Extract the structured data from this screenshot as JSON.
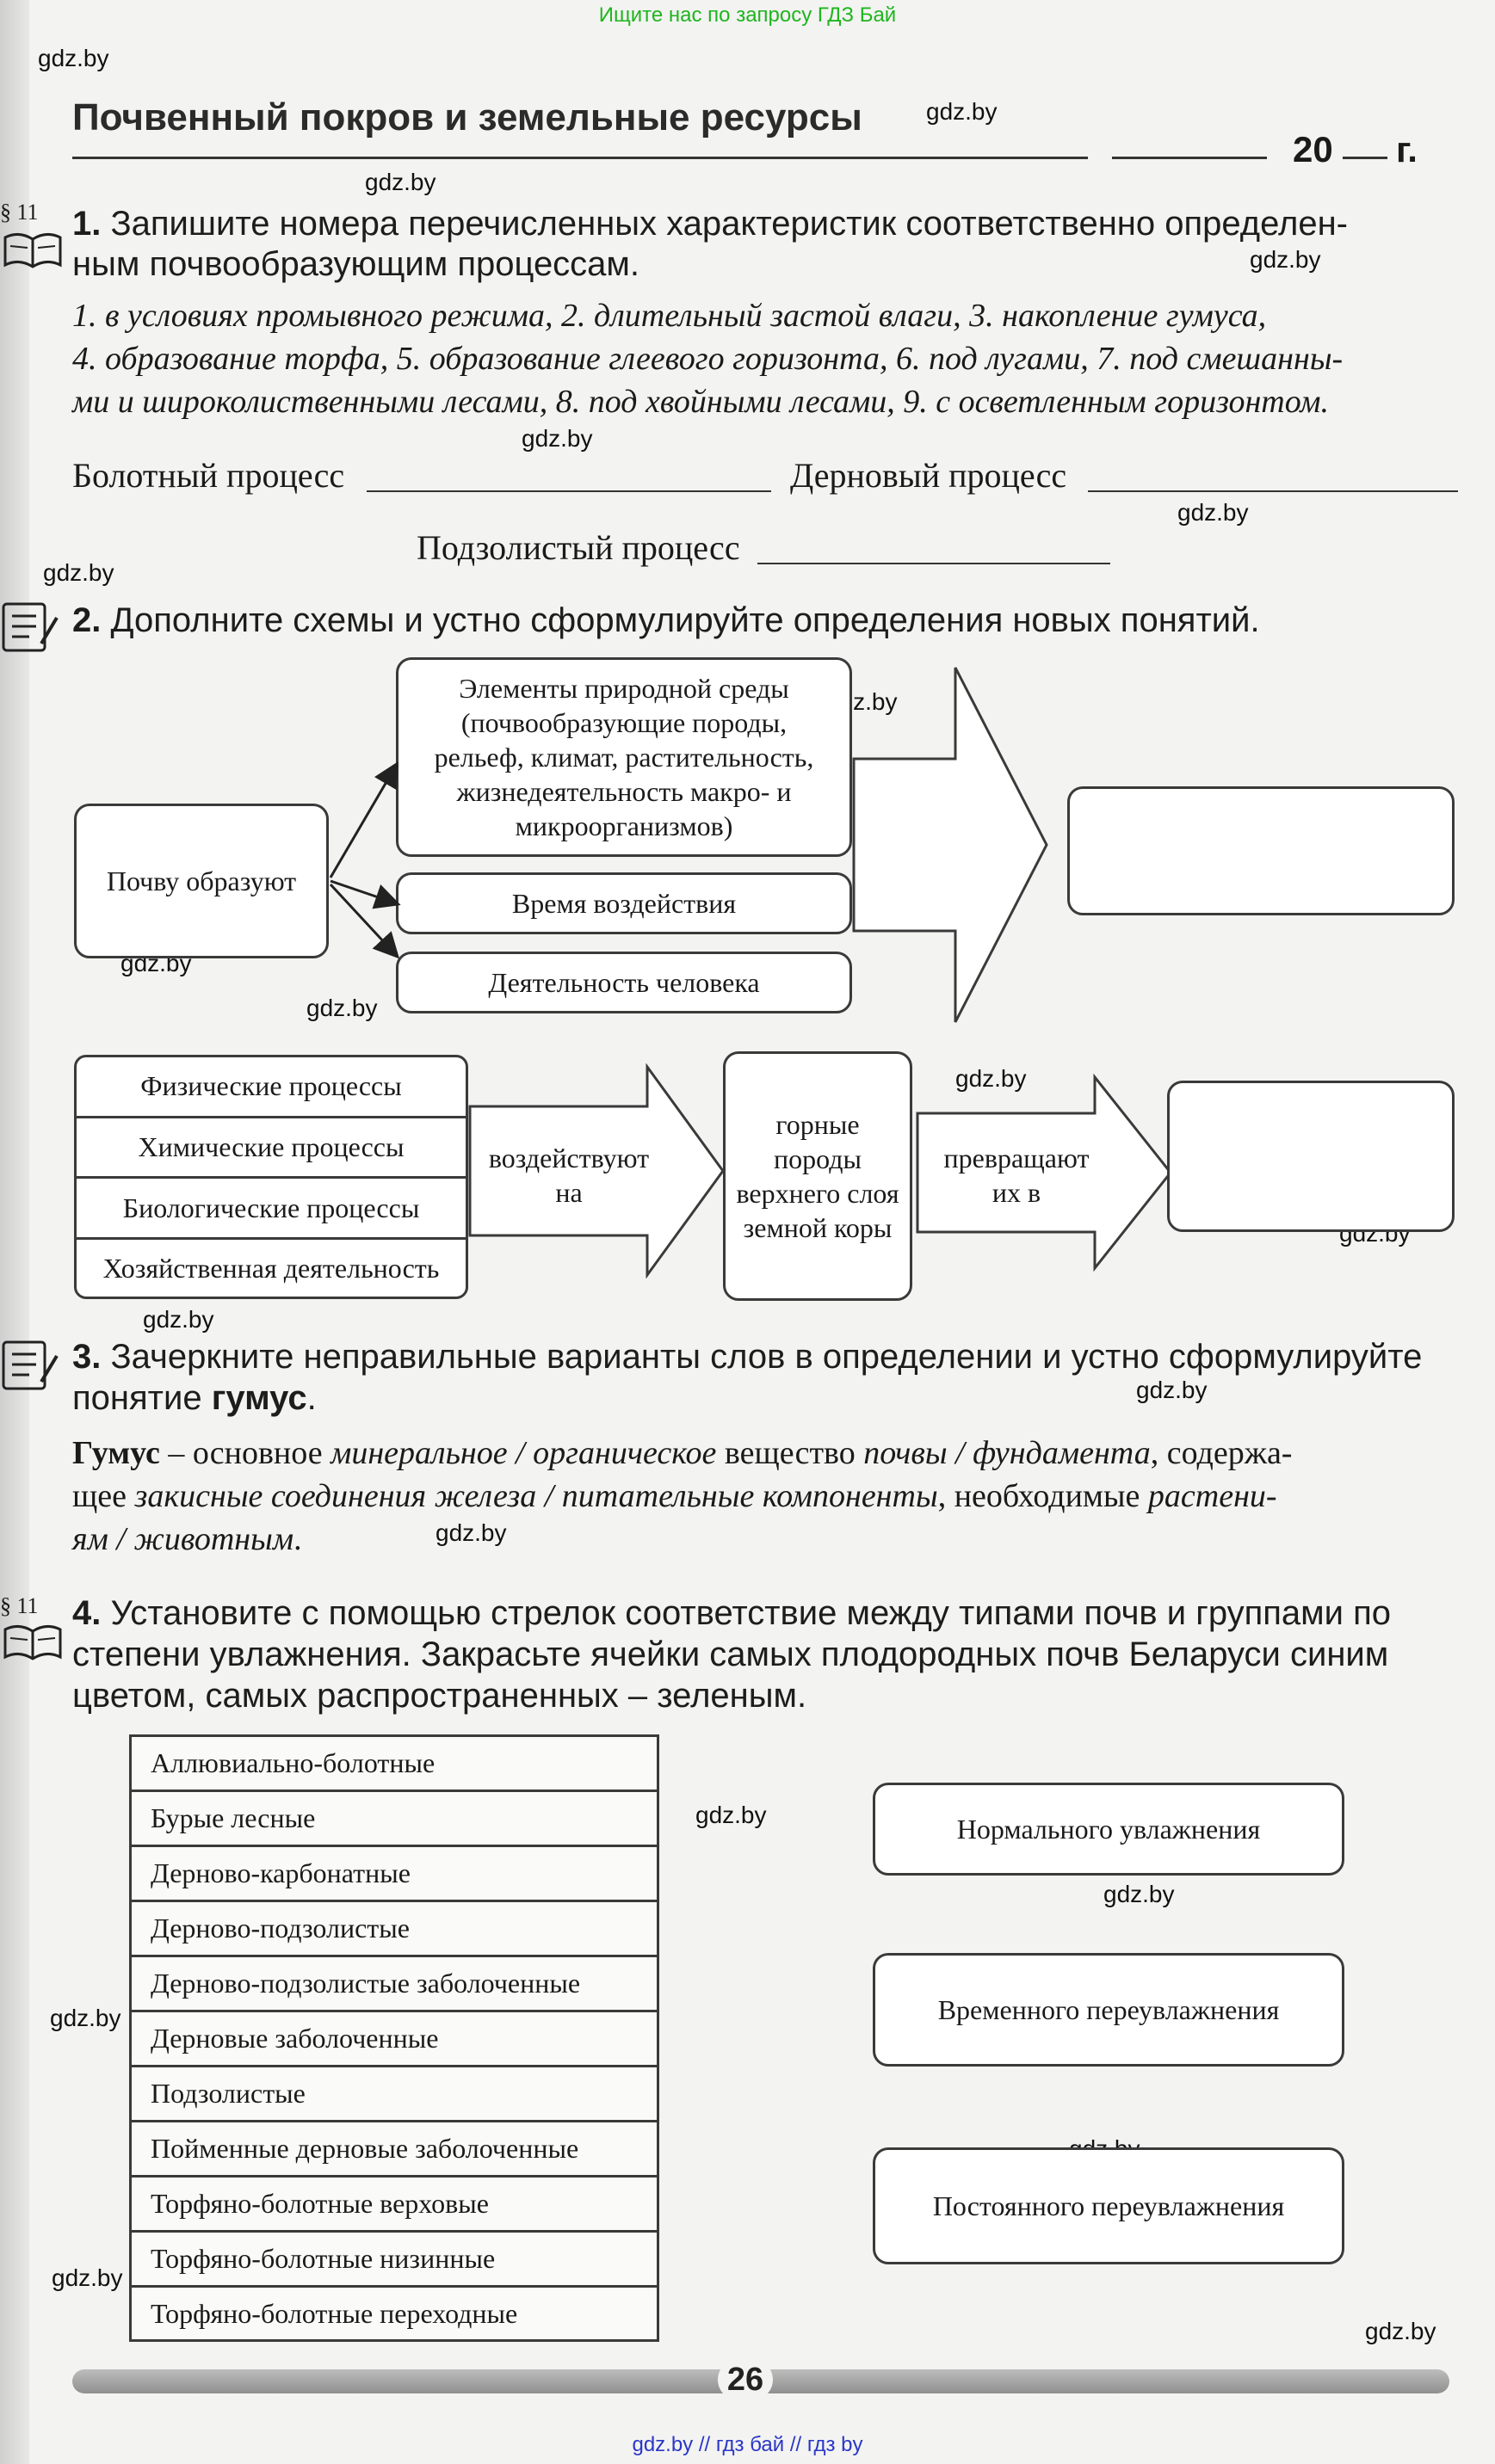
{
  "banner_top": "Ищите нас по запросу ГДЗ Бай",
  "banner_bottom": "gdz.by  //  гдз бай  //  гдз by",
  "watermark": "gdz.by",
  "title": "Почвенный покров и земельные ресурсы",
  "year_label": "20",
  "year_suffix": "г.",
  "section_ref": "§ 11",
  "task1": {
    "number": "1.",
    "text_line1": "Запишите номера перечисленных характеристик соответственно определен-",
    "text_line2": "ным почвообразующим процессам.",
    "items_line1": "1. в условиях промывного режима, 2. длительный застой влаги, 3. накопление гумуса,",
    "items_line2": "4. образование торфа, 5. образование глеевого горизонта, 6. под лугами, 7. под смешанны-",
    "items_line3": "ми и широколиственными лесами, 8. под хвойными лесами, 9. с осветленным горизонтом.",
    "label_bog": "Болотный процесс",
    "label_sod": "Дерновый процесс",
    "label_podzol": "Подзолистый процесс"
  },
  "task2": {
    "number": "2.",
    "text": "Дополните схемы и устно сформулируйте определения новых понятий.",
    "soil_forms": "Почву образуют",
    "elements": "Элементы природной среды (почвообразующие породы, рельеф, климат, растительность, жизнедеятельность макро- и микроорганизмов)",
    "time": "Время воздействия",
    "human": "Деятельность человека",
    "processes": [
      "Физические процессы",
      "Химические процессы",
      "Биологические процессы",
      "Хозяйственная деятельность"
    ],
    "act_on": "воздействуют на",
    "rocks": "горные породы верхнего слоя земной коры",
    "turn_into": "превращают их в"
  },
  "task3": {
    "number": "3.",
    "text_a": "Зачеркните неправильные варианты слов в определении и устно сформулируйте",
    "text_b": "понятие",
    "text_bold": "гумус",
    "def_term": "Гумус",
    "def_p1": " – основное ",
    "def_i1": "минеральное / органическое",
    "def_p2": " вещество ",
    "def_i2": "почвы / фундамента",
    "def_p3": ", содержа-",
    "def_p4": "щее ",
    "def_i3": "закисные соединения железа / питательные компоненты",
    "def_p5": ", необходимые ",
    "def_i4": "растени-",
    "def_i5": "ям / животным",
    "def_end": "."
  },
  "task4": {
    "number": "4.",
    "text_line1": "Установите с помощью стрелок соответствие между типами почв и группами по",
    "text_line2": "степени увлажнения. Закрасьте ячейки самых плодородных почв Беларуси синим",
    "text_line3": "цветом, самых распространенных – зеленым.",
    "soils": [
      "Аллювиально-болотные",
      "Бурые лесные",
      "Дерново-карбонатные",
      "Дерново-подзолистые",
      "Дерново-подзолистые заболоченные",
      "Дерновые заболоченные",
      "Подзолистые",
      "Пойменные дерновые заболоченные",
      "Торфяно-болотные верховые",
      "Торфяно-болотные низинные",
      "Торфяно-болотные переходные"
    ],
    "groups": [
      "Нормального увлажнения",
      "Временного переувлажнения",
      "Постоянного переувлажнения"
    ]
  },
  "page_number": "26"
}
